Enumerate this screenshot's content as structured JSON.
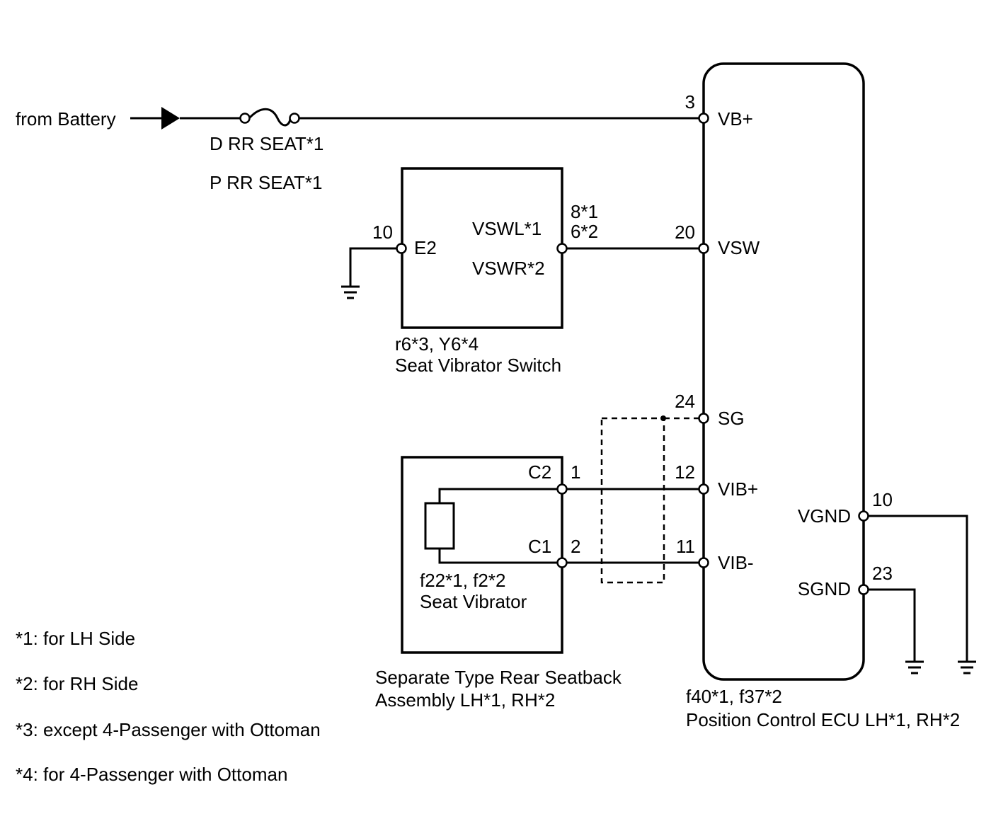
{
  "source": {
    "label": "from Battery"
  },
  "fuse": {
    "name_1": "D RR SEAT*1",
    "name_2": "P RR SEAT*1"
  },
  "vibrator_switch": {
    "pin_e2_number": "10",
    "pin_e2_label": "E2",
    "pin_vsw_label_1": "VSWL*1",
    "pin_vsw_label_2": "VSWR*2",
    "pin_vsw_number_1": "8*1",
    "pin_vsw_number_2": "6*2",
    "connector_code": "r6*3, Y6*4",
    "name": "Seat Vibrator Switch"
  },
  "seatback_assembly": {
    "pin_c2_label": "C2",
    "pin_c2_number": "1",
    "pin_c1_label": "C1",
    "pin_c1_number": "2",
    "vibrator_connector_code": "f22*1, f2*2",
    "vibrator_name": "Seat Vibrator",
    "name_line_1": "Separate Type Rear Seatback",
    "name_line_2": "Assembly LH*1, RH*2"
  },
  "ecu": {
    "pins": [
      {
        "number": "3",
        "label": "VB+"
      },
      {
        "number": "20",
        "label": "VSW"
      },
      {
        "number": "24",
        "label": "SG"
      },
      {
        "number": "12",
        "label": "VIB+"
      },
      {
        "number": "11",
        "label": "VIB-"
      },
      {
        "number": "10",
        "label": "VGND"
      },
      {
        "number": "23",
        "label": "SGND"
      }
    ],
    "connector_code": "f40*1, f37*2",
    "name": "Position Control ECU LH*1, RH*2"
  },
  "notes": [
    "*1: for LH Side",
    "*2: for RH Side",
    "*3: except 4-Passenger with Ottoman",
    "*4: for 4-Passenger with Ottoman"
  ]
}
